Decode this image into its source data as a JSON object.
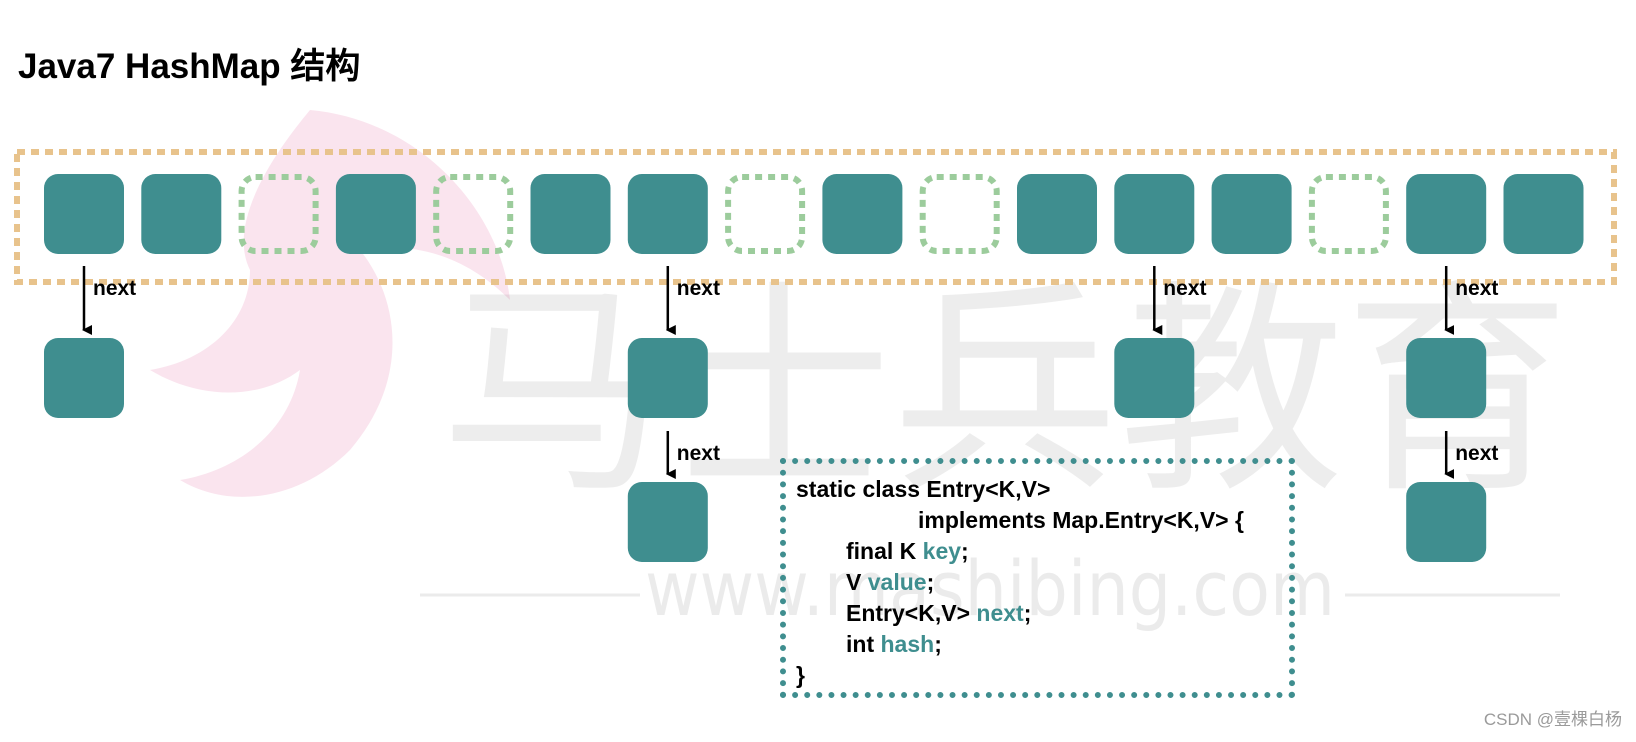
{
  "title": "Java7 HashMap 结构",
  "colors": {
    "node": "#3f8e8f",
    "empty_slot": "#9ccc9c",
    "array_border": "#e8c38c",
    "code_border": "#3f8e8f",
    "field_text": "#3f8e8f"
  },
  "bucket_array": {
    "slots": [
      "filled",
      "filled",
      "empty",
      "filled",
      "empty",
      "filled",
      "filled",
      "empty",
      "filled",
      "empty",
      "filled",
      "filled",
      "filled",
      "empty",
      "filled",
      "filled"
    ]
  },
  "chains": [
    {
      "slot": 0,
      "length": 1
    },
    {
      "slot": 6,
      "length": 2
    },
    {
      "slot": 11,
      "length": 1
    },
    {
      "slot": 14,
      "length": 2
    }
  ],
  "next_label": "next",
  "code": {
    "line1": "static class Entry<K,V>",
    "line2": "implements Map.Entry<K,V> {",
    "line3_prefix": "final K ",
    "line3_field": "key",
    "line3_suffix": ";",
    "line4_prefix": "V ",
    "line4_field": "value",
    "line4_suffix": ";",
    "line5_prefix": "Entry<K,V> ",
    "line5_field": "next",
    "line5_suffix": ";",
    "line6_prefix": "int ",
    "line6_field": "hash",
    "line6_suffix": ";",
    "line7": "}"
  },
  "watermark": {
    "brand": "马士兵教育",
    "url": "www.mashibing.com"
  },
  "credit": "CSDN @壹棵白杨"
}
